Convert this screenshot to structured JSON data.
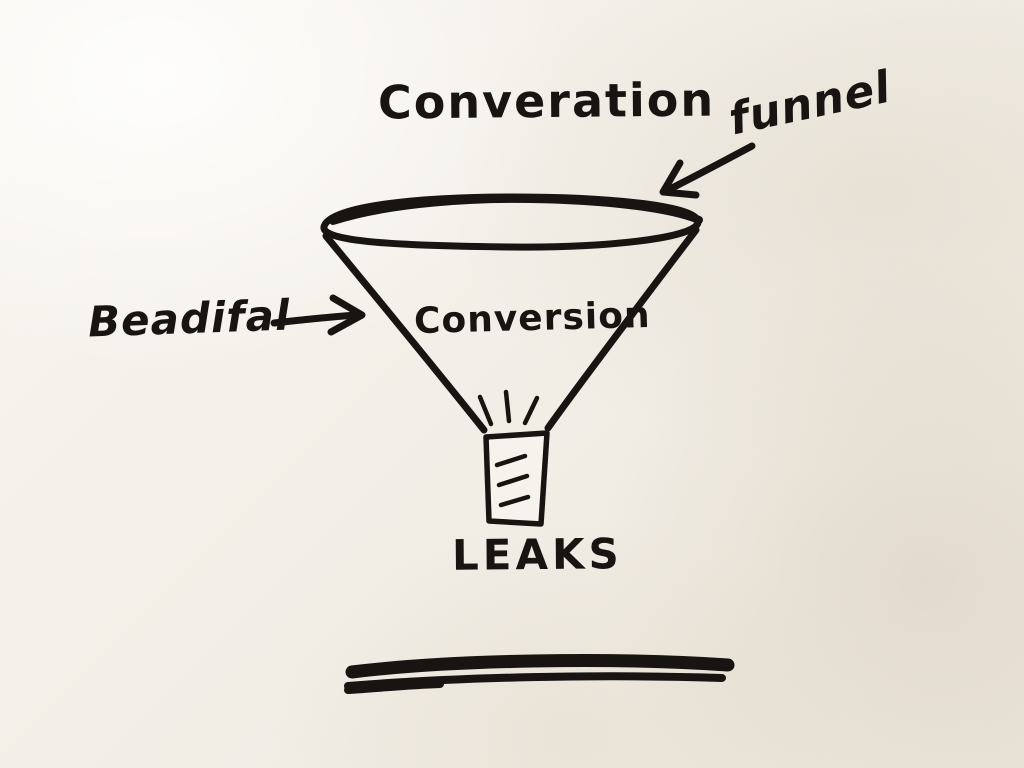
{
  "canvas": {
    "background": "#f3efe8",
    "ink": "#181411",
    "style": "hand-drawn whiteboard marker sketch"
  },
  "labels": {
    "title": "Converation",
    "funnel": "funnel",
    "left": "Beadifal",
    "inside": "Conversion",
    "bottom": "LEAKS"
  },
  "diagram": {
    "type": "funnel-sketch",
    "parts": [
      "funnel-rim-ellipse",
      "funnel-body-cone",
      "funnel-spout",
      "spout-hatch-marks",
      "leak-spray-lines",
      "arrow-to-funnel-rim",
      "arrow-from-left-label",
      "thick-underline-swoosh"
    ]
  }
}
